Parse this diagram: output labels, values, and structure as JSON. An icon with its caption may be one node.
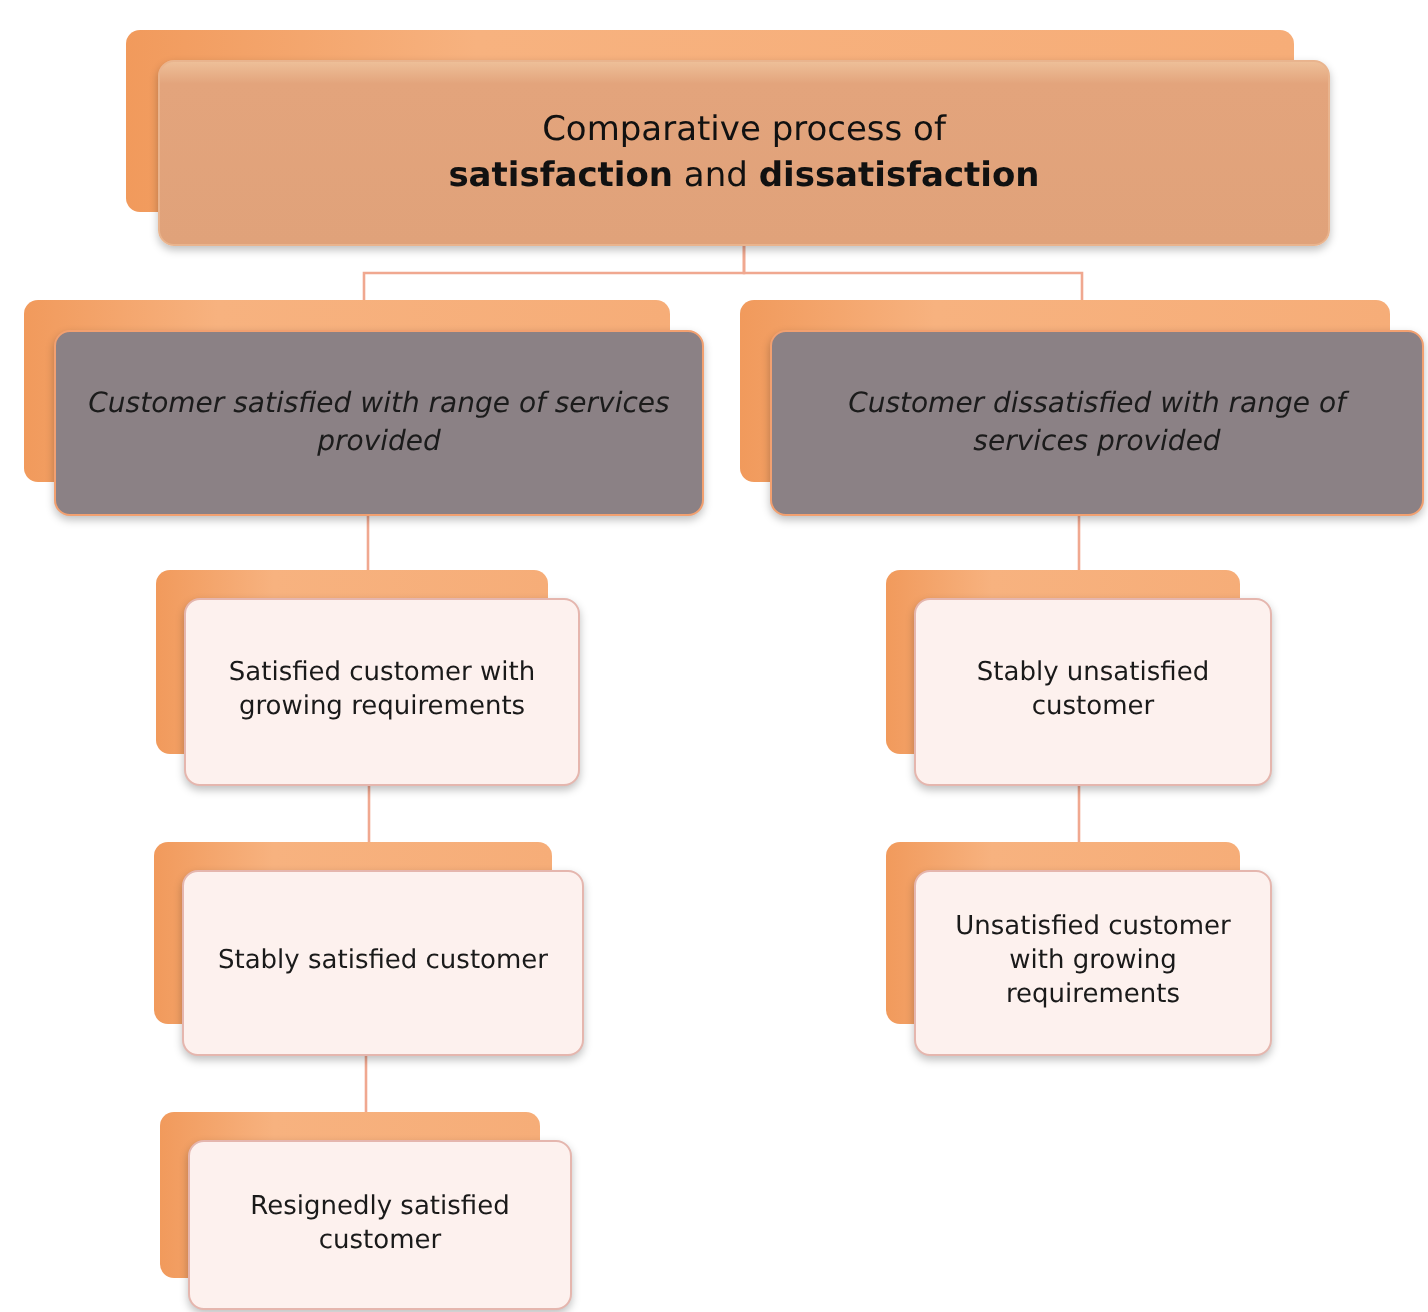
{
  "diagram": {
    "nodes": [
      {
        "text": [
          "Comparative process of",
          "**satisfaction** and **dissatisfaction**"
        ]
      },
      {
        "text": [
          "*Customer satisfied with range of services provided*"
        ]
      },
      {
        "text": [
          "*Customer dissatisfied with range of services provided*"
        ]
      },
      {
        "text": [
          "Satisfied customer with growing requirements"
        ]
      },
      {
        "text": [
          "Stably satisfied customer"
        ]
      },
      {
        "text": [
          "Resignedly satisfied customer"
        ]
      },
      {
        "text": [
          "Stably unsatisfied customer"
        ]
      },
      {
        "text": [
          "Unsatisfied customer with growing requirements"
        ]
      }
    ],
    "edges": [
      {
        "from": 0,
        "to": 1,
        "arrow": "none"
      },
      {
        "from": 0,
        "to": 2,
        "arrow": "none"
      },
      {
        "from": 1,
        "to": 3,
        "arrow": "none"
      },
      {
        "from": 3,
        "to": 4,
        "arrow": "none"
      },
      {
        "from": 4,
        "to": 5,
        "arrow": "none"
      },
      {
        "from": 2,
        "to": 6,
        "arrow": "none"
      },
      {
        "from": 6,
        "to": 7,
        "arrow": "none"
      }
    ]
  }
}
